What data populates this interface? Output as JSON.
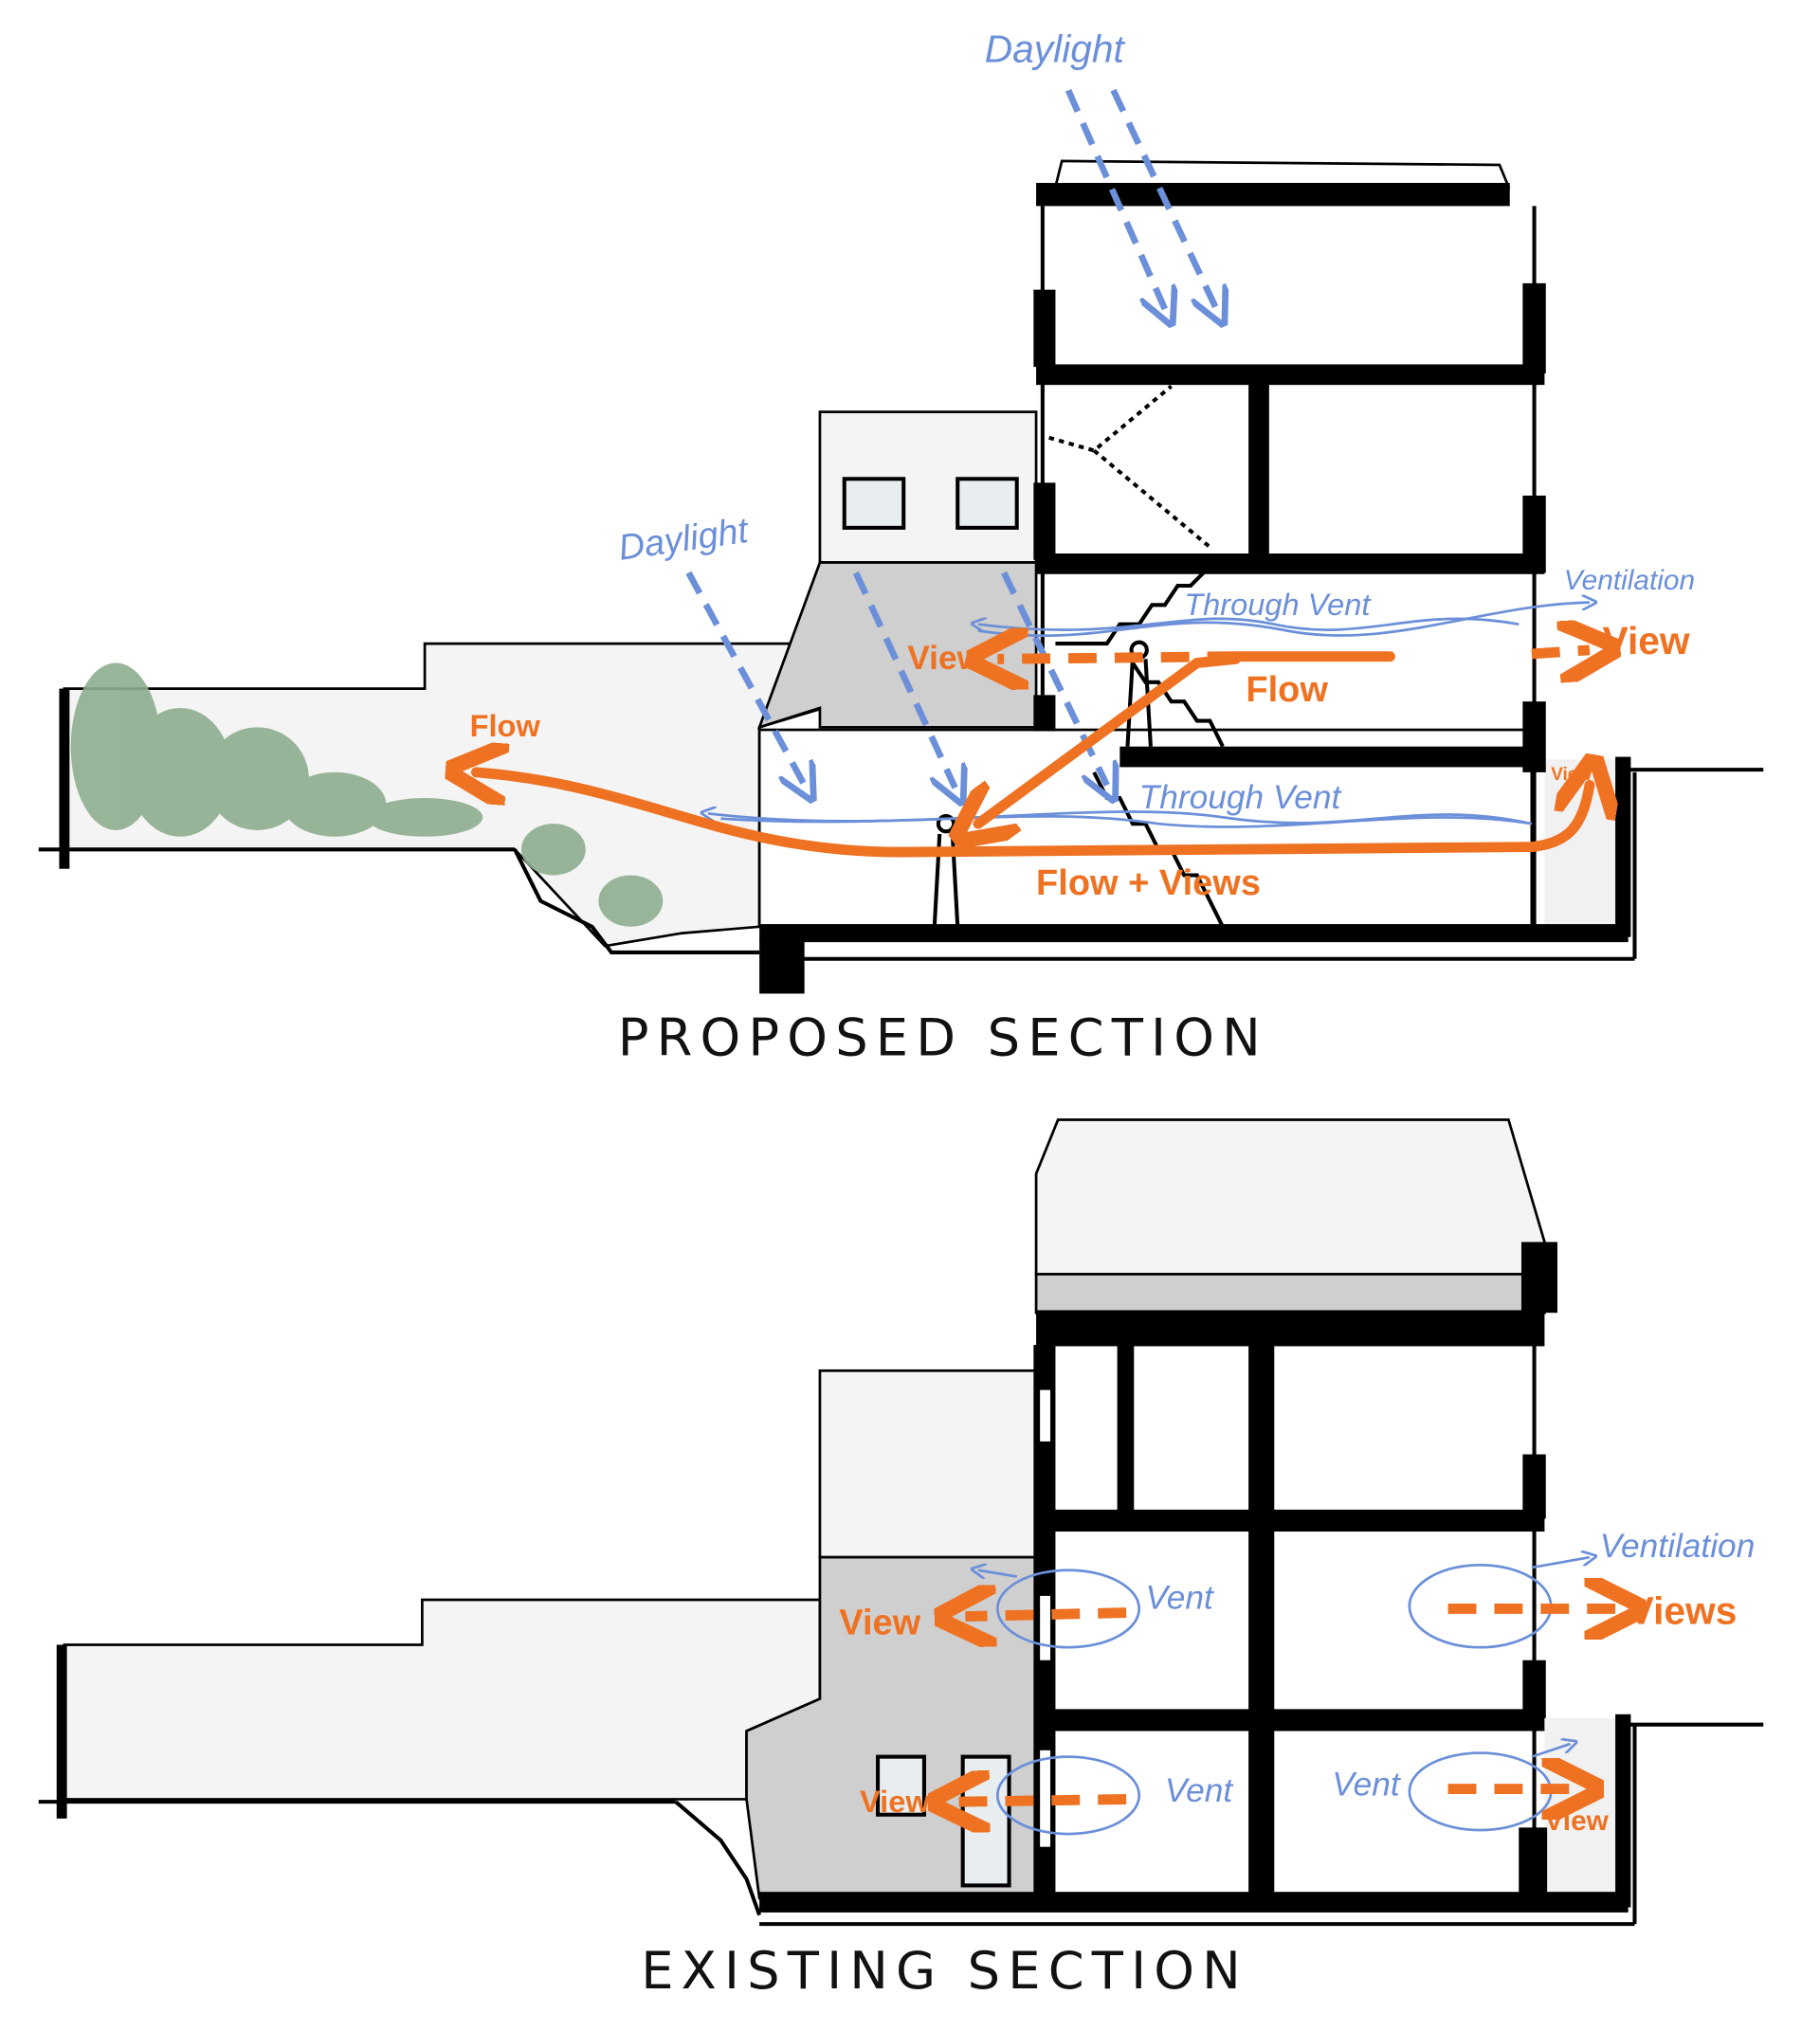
{
  "proposed": {
    "caption": "PROPOSED SECTION",
    "labels": {
      "daylight_top": "Daylight",
      "daylight_mid": "Daylight",
      "ventilation": "Ventilation",
      "through_vent_upper": "Through Vent",
      "through_vent_lower": "Through Vent",
      "view_left": "View",
      "view_right": "View",
      "view_small": "View",
      "flow_upper": "Flow",
      "flow_left": "Flow",
      "flow_views": "Flow + Views"
    }
  },
  "existing": {
    "caption": "EXISTING SECTION",
    "labels": {
      "ventilation": "Ventilation",
      "view_upper_left": "View",
      "vent_upper_left": "Vent",
      "views_upper_right": "Views",
      "view_lower_left": "View",
      "vent_lower_left": "Vent",
      "vent_lower_right": "Vent",
      "view_lower_right": "View"
    }
  },
  "colors": {
    "annotation_blue": "#6b8fd8",
    "annotation_orange": "#ee7222",
    "planting_green": "#8fae8f"
  }
}
